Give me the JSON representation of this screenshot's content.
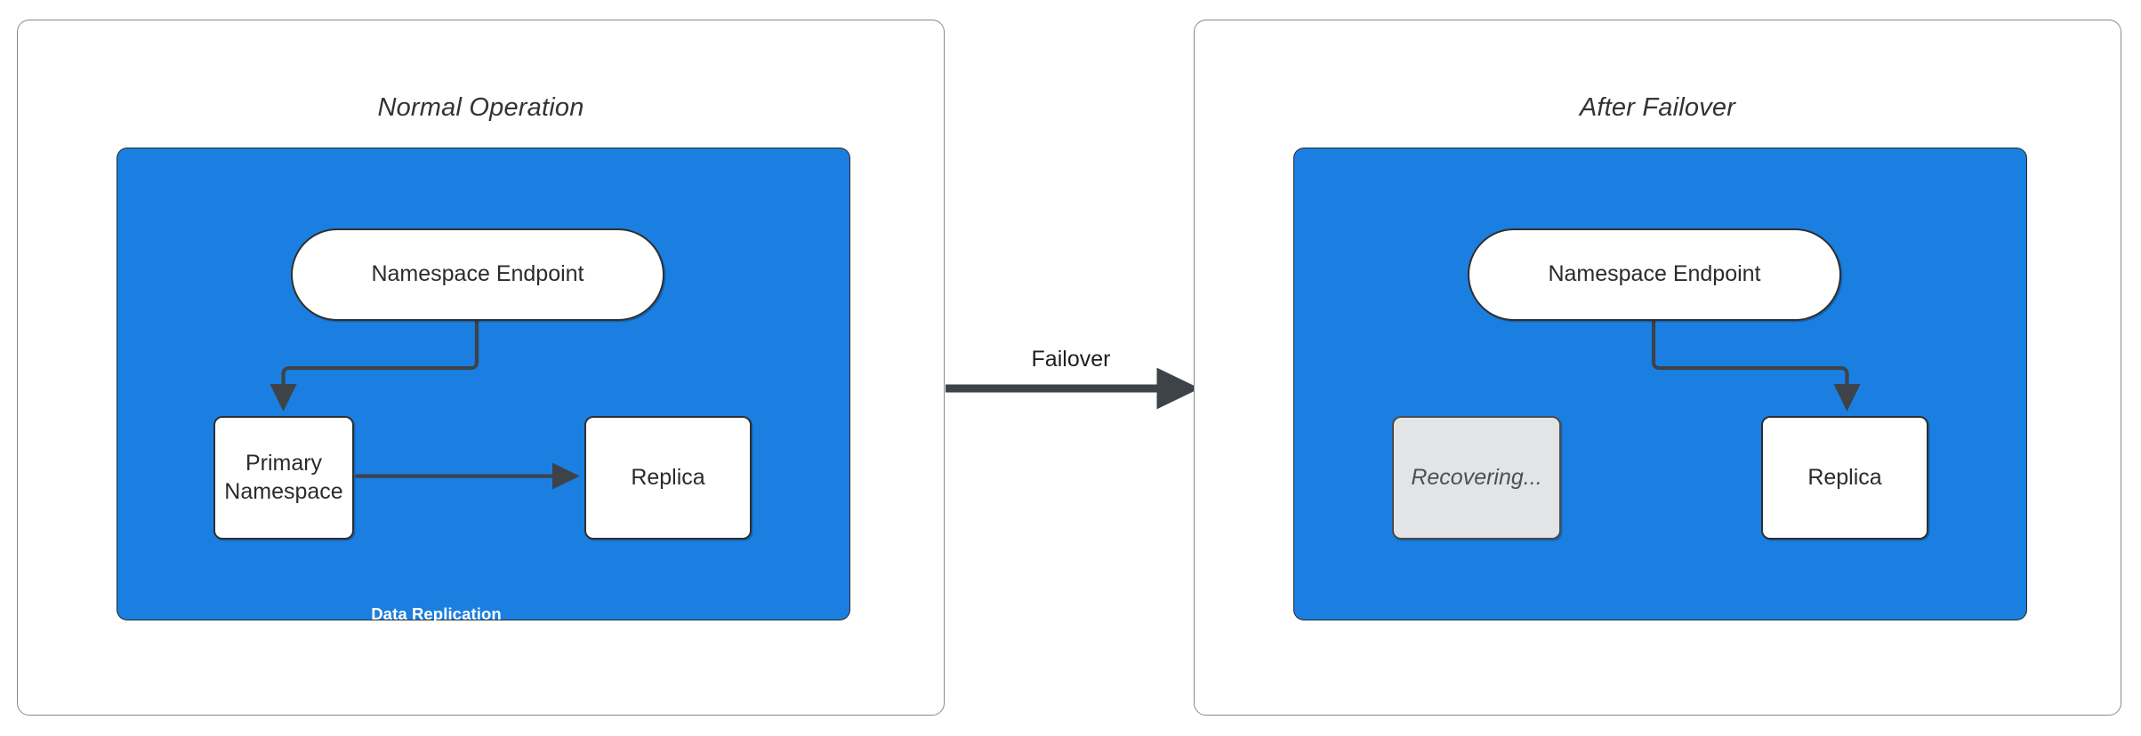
{
  "diagram": {
    "title_left": "Normal Operation",
    "title_right": "After Failover",
    "transition_label": "Failover",
    "colors": {
      "region_blue": "#1a7fe0",
      "node_white": "#ffffff",
      "node_muted": "#e2e4e6",
      "stroke_dark": "#2f2f2f",
      "panel_border": "#8a8a8a",
      "label_white": "#ffffff",
      "text_dark": "#2b2b2b",
      "text_muted": "#4c5055"
    },
    "panels": [
      {
        "id": "normal-operation",
        "title": "Normal Operation",
        "nodes": [
          {
            "id": "endpoint-left",
            "label": "Namespace Endpoint",
            "shape": "pill",
            "state": "active"
          },
          {
            "id": "primary",
            "label": "Primary\nNamespace",
            "shape": "rectangle",
            "state": "active"
          },
          {
            "id": "replica-left",
            "label": "Replica",
            "shape": "rectangle",
            "state": "active"
          }
        ],
        "edges": [
          {
            "from": "endpoint-left",
            "to": "primary",
            "label": "",
            "style": "elbow-arrow"
          },
          {
            "from": "primary",
            "to": "replica-left",
            "label": "Data Replication",
            "style": "straight-arrow"
          }
        ]
      },
      {
        "id": "after-failover",
        "title": "After Failover",
        "nodes": [
          {
            "id": "endpoint-right",
            "label": "Namespace Endpoint",
            "shape": "pill",
            "state": "active"
          },
          {
            "id": "recovering",
            "label": "Recovering...",
            "shape": "rectangle",
            "state": "recovering"
          },
          {
            "id": "replica-right",
            "label": "Replica",
            "shape": "rectangle",
            "state": "active"
          }
        ],
        "edges": [
          {
            "from": "endpoint-right",
            "to": "replica-right",
            "label": "",
            "style": "elbow-arrow"
          }
        ]
      }
    ],
    "labels": {
      "endpoint": "Namespace Endpoint",
      "primary_line1": "Primary",
      "primary_line2": "Namespace",
      "replica": "Replica",
      "recovering": "Recovering...",
      "data_replication": "Data Replication"
    }
  }
}
